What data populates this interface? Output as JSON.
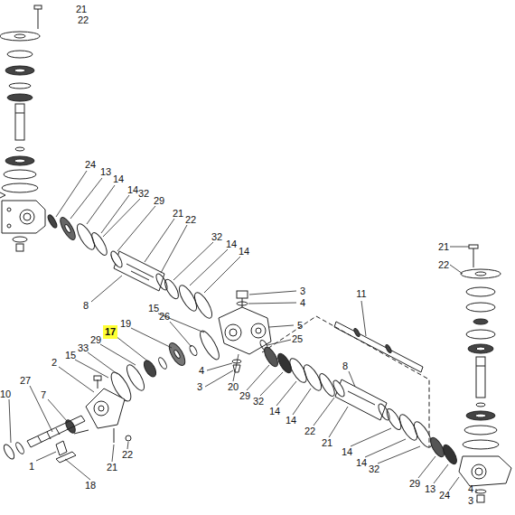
{
  "diagram": {
    "nodes": [
      {
        "text": [
          "17"
        ]
      }
    ],
    "labels": [
      "21",
      "22",
      "24",
      "13",
      "14",
      "14",
      "32",
      "29",
      "21",
      "22",
      "32",
      "14",
      "14",
      "8",
      "3",
      "4",
      "5",
      "25",
      "11",
      "21",
      "22",
      "15",
      "26",
      "19",
      "29",
      "33",
      "15",
      "2",
      "27",
      "7",
      "10",
      "1",
      "18",
      "21",
      "22",
      "4",
      "3",
      "20",
      "29",
      "32",
      "14",
      "14",
      "22",
      "21",
      "8",
      "14",
      "14",
      "32",
      "29",
      "13",
      "24",
      "4",
      "3"
    ]
  }
}
